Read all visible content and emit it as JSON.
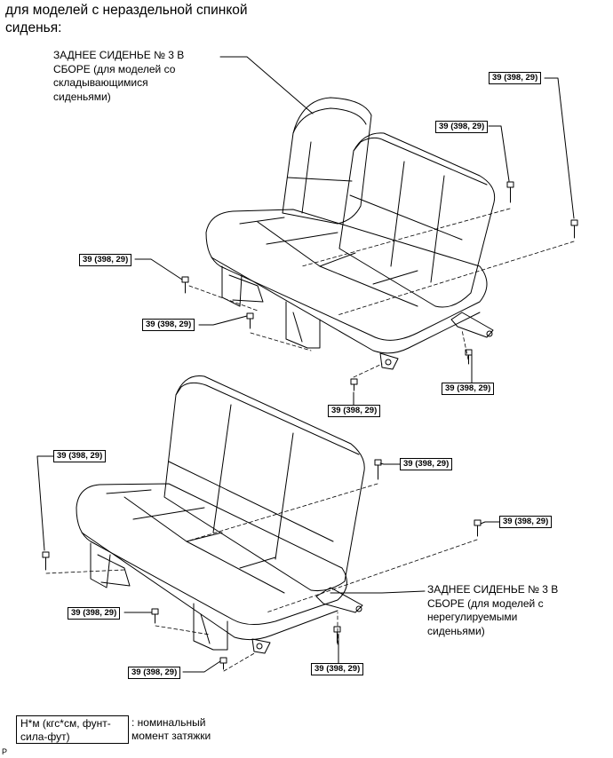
{
  "heading": {
    "line1": "для моделей с нераздельной спинкой",
    "line2": "сиденья:"
  },
  "callout_top": {
    "line1": "ЗАДНЕЕ СИДЕНЬЕ № 3 В",
    "line2": "СБОРЕ (для моделей со",
    "line3": "складывающимися",
    "line4": "сиденьями)"
  },
  "callout_bottom": {
    "line1": "ЗАДНЕЕ СИДЕНЬЕ № 3 В",
    "line2": "СБОРЕ (для моделей с",
    "line3": "нерегулируемыми",
    "line4": "сиденьями)"
  },
  "torque_label": "39 (398, 29)",
  "legend": {
    "unit_line1": "Н*м (кгс*см, фунт-",
    "unit_line2": "сила-фут)",
    "desc_line1": ": номинальный",
    "desc_line2": "момент затяжки"
  },
  "illustration_code": "P"
}
